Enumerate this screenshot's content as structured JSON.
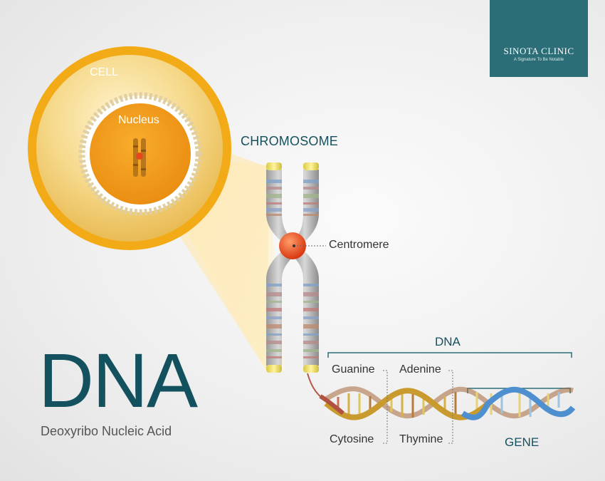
{
  "labels": {
    "cell": "CELL",
    "nucleus": "Nucleus",
    "chromosome": "CHROMOSOME",
    "centromere": "Centromere",
    "dna": "DNA",
    "guanine": "Guanine",
    "adenine": "Adenine",
    "cytosine": "Cytosine",
    "thymine": "Thymine",
    "gene": "GENE"
  },
  "title": {
    "main": "DNA",
    "subtitle": "Deoxyribo Nucleic Acid"
  },
  "logo": {
    "name": "SINOTA CLINIC",
    "tagline": "A Signature To Be Notable"
  },
  "colors": {
    "teal_text": "#14515f",
    "logo_bg": "#2b6e77",
    "cell_ring": "#f2ab16",
    "centromere": "#e8471c"
  }
}
